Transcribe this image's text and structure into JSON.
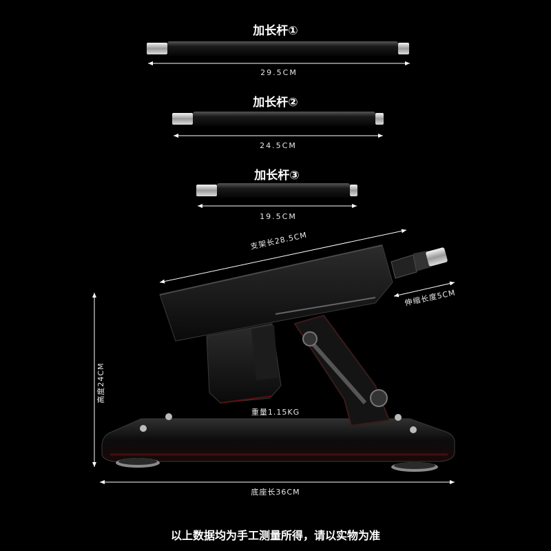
{
  "rods": [
    {
      "title": "加长杆①",
      "length": "29.5CM"
    },
    {
      "title": "加长杆②",
      "length": "24.5CM"
    },
    {
      "title": "加长杆③",
      "length": "19.5CM"
    }
  ],
  "machine": {
    "bracket_length": "支架长28.5CM",
    "stretch_length": "伸缩长度5CM",
    "height": "高度24CM",
    "weight": "重量1.15KG",
    "base_length": "底座长36CM"
  },
  "footer": "以上数据均为手工测量所得，请以实物为准",
  "colors": {
    "background": "#000000",
    "rod_body": "#2a2a2a",
    "metal": "#c8c8c8",
    "accent_red": "#5a1010"
  }
}
